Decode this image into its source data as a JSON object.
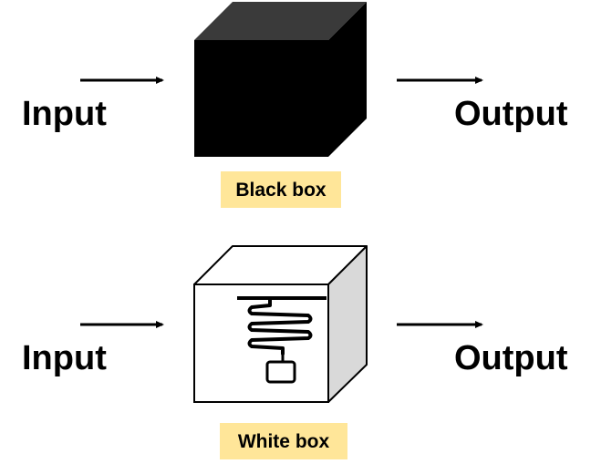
{
  "diagram": {
    "black_box": {
      "input_label": "Input",
      "output_label": "Output",
      "caption": "Black box",
      "caption_bg": "#ffe699",
      "box_front_color": "#000000",
      "box_top_color": "#3a3a3a"
    },
    "white_box": {
      "input_label": "Input",
      "output_label": "Output",
      "caption": "White box",
      "caption_bg": "#ffe699",
      "box_front_color": "#ffffff",
      "box_side_color": "#d9d9d9",
      "inner_icon": "spring-mass-icon"
    }
  }
}
